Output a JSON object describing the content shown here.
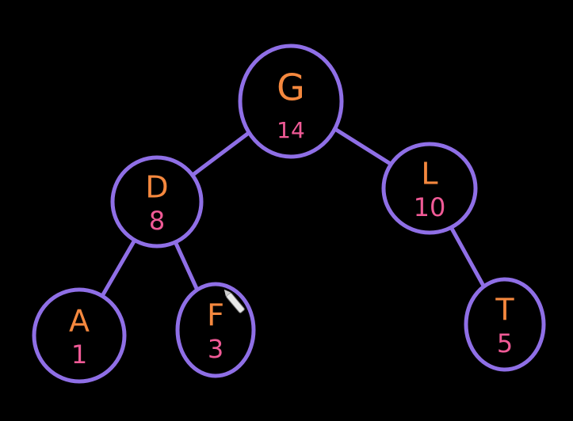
{
  "colors": {
    "background": "#000000",
    "node_outline": "#8f6fe6",
    "edge": "#8f6fe6",
    "letter": "#f5883e",
    "number": "#f05a96"
  },
  "tree": {
    "nodes": [
      {
        "id": "G",
        "label": "G",
        "value": "14"
      },
      {
        "id": "D",
        "label": "D",
        "value": "8"
      },
      {
        "id": "L",
        "label": "L",
        "value": "10"
      },
      {
        "id": "A",
        "label": "A",
        "value": "1"
      },
      {
        "id": "F",
        "label": "F",
        "value": "3"
      },
      {
        "id": "T",
        "label": "T",
        "value": "5"
      }
    ],
    "edges": [
      {
        "from": "G",
        "to": "D"
      },
      {
        "from": "G",
        "to": "L"
      },
      {
        "from": "D",
        "to": "A"
      },
      {
        "from": "D",
        "to": "F"
      },
      {
        "from": "L",
        "to": "T"
      }
    ]
  }
}
